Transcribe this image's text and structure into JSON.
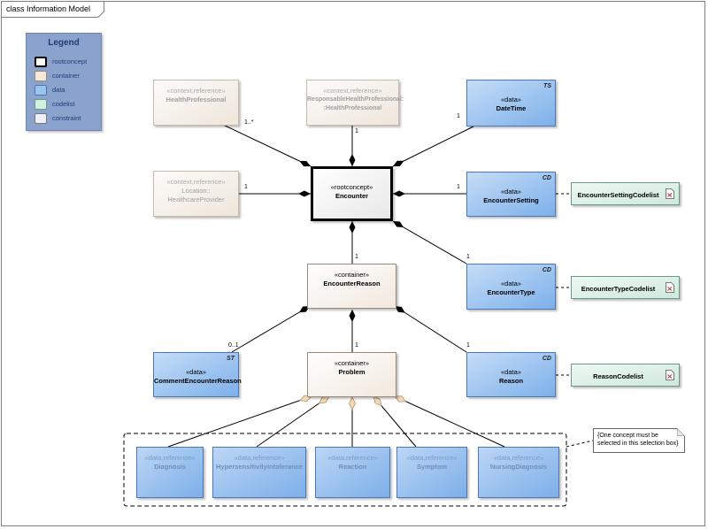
{
  "frame": {
    "title": "class Information Model"
  },
  "legend": {
    "title": "Legend",
    "items": [
      {
        "label": "rootconcept",
        "color": "#ffffff",
        "border": "#000000"
      },
      {
        "label": "container",
        "color": "#f5e9dc",
        "border": "#9a8a7a"
      },
      {
        "label": "data",
        "color": "#9dc3ef",
        "border": "#4a78b8"
      },
      {
        "label": "codelist",
        "color": "#d5eee2",
        "border": "#6a9a86"
      },
      {
        "label": "constraint",
        "color": "#eeeef8",
        "border": "#777777"
      }
    ]
  },
  "nodes": {
    "health_professional": {
      "stereotype": "«context,reference»",
      "name": "HealthProfessional"
    },
    "responsable_hp": {
      "stereotype": "«context,reference»",
      "name1": "ResponsableHealthProfessional:",
      "name2": ":HealthProfessional"
    },
    "date_time": {
      "stereotype": "«data»",
      "name": "DateTime",
      "tag": "TS"
    },
    "location": {
      "stereotype": "«context,reference»",
      "name1": "Location::",
      "name2": "HealthcareProvider"
    },
    "encounter": {
      "stereotype": "«rootconcept»",
      "name": "Encounter"
    },
    "encounter_setting": {
      "stereotype": "«data»",
      "name": "EncounterSetting",
      "tag": "CD"
    },
    "encounter_reason": {
      "stereotype": "«container»",
      "name": "EncounterReason"
    },
    "encounter_type": {
      "stereotype": "«data»",
      "name": "EncounterType",
      "tag": "CD"
    },
    "comment_reason": {
      "stereotype": "«data»",
      "name": "CommentEncounterReason",
      "tag": "ST"
    },
    "problem": {
      "stereotype": "«container»",
      "name": "Problem"
    },
    "reason": {
      "stereotype": "«data»",
      "name": "Reason",
      "tag": "CD"
    },
    "diagnosis": {
      "stereotype": "«data,reference»",
      "name": "Diagnosis"
    },
    "hypersensitivity": {
      "stereotype": "«data,reference»",
      "name": "HypersensitivityIntolerance"
    },
    "reaction": {
      "stereotype": "«data,reference»",
      "name": "Reaction"
    },
    "symptom": {
      "stereotype": "«data,reference»",
      "name": "Symptom"
    },
    "nursing_diagnosis": {
      "stereotype": "«data,reference»",
      "name": "NursingDiagnosis"
    }
  },
  "codelists": {
    "encounter_setting": "EncounterSettingCodelist",
    "encounter_type": "EncounterTypeCodelist",
    "reason": "ReasonCodelist"
  },
  "multiplicities": {
    "hp": "1..*",
    "responsable": "1",
    "datetime": "1",
    "location": "1",
    "setting": "1",
    "encounter_reason": "1",
    "type": "1",
    "comment": "0..1",
    "problem": "1",
    "reason": "1"
  },
  "note": {
    "text": "{One concept must be selected in this selection box}"
  }
}
